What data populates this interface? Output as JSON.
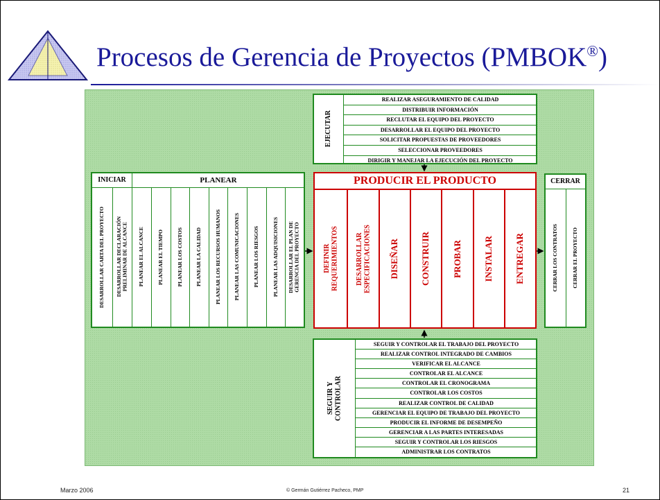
{
  "title": "Procesos de Gerencia de Proyectos (PMBOK",
  "title_reg": "®",
  "title_close": ")",
  "ejecutar": {
    "label": "EJECUTAR",
    "items": [
      "REALIZAR ASEGURAMIENTO DE CALIDAD",
      "DISTRIBUIR INFORMACIÓN",
      "RECLUTAR EL EQUIPO DEL PROYECTO",
      "DESARROLLAR EL EQUIPO DEL PROYECTO",
      "SOLICITAR PROPUESTAS DE PROVEEDORES",
      "SELECCIONAR PROVEEDORES",
      "DIRIGIR Y MANEJAR LA EJECUCIÓN DEL PROYECTO"
    ]
  },
  "iniciar": {
    "label": "INICIAR",
    "items": [
      "DESARROLLAR CARTA DEL PROYECTO",
      "DESARROLLAR DECLARACIÓN\nPRELIMINAR DE ALCANCE"
    ]
  },
  "planear": {
    "label": "PLANEAR",
    "items": [
      "PLANEAR EL ALCANCE",
      "PLANEAR EL TIEMPO",
      "PLANEAR LOS COSTOS",
      "PLANEAR LA CALIDAD",
      "PLANEAR LOS RECURSOS HUMANOS",
      "PLANEAR LAS COMUNICACIONES",
      "PLANEAR LOS RIESGOS",
      "PLANEAR LAS ADQUISICIONES",
      "DESARROLLAR EL PLAN DE\nGERENCIA DEL PROYECTO"
    ]
  },
  "producir": {
    "label": "PRODUCIR EL PRODUCTO",
    "items": [
      "DEFINIR\nREQUERIMIENTOS",
      "DESARROLLAR\nESPECIFICACIONES",
      "DISEÑAR",
      "CONSTRUIR",
      "PROBAR",
      "INSTALAR",
      "ENTREGAR"
    ]
  },
  "cerrar": {
    "label": "CERRAR",
    "items": [
      "CERRAR LOS CONTRATOS",
      "CERRAR EL PROYECTO"
    ]
  },
  "controlar": {
    "label": "SEGUIR Y\nCONTROLAR",
    "items": [
      "SEGUIR Y CONTROLAR EL TRABAJO DEL PROYECTO",
      "REALIZAR CONTROL INTEGRADO DE CAMBIOS",
      "VERIFICAR EL ALCANCE",
      "CONTROLAR EL ALCANCE",
      "CONTROLAR EL CRONOGRAMA",
      "CONTROLAR LOS COSTOS",
      "REALIZAR CONTROL DE CALIDAD",
      "GERENCIAR EL EQUIPO DE TRABAJO DEL PROYECTO",
      "PRODUCIR EL INFORME DE DESEMPEÑO",
      "GERENCIAR A LAS PARTES INTERESADAS",
      "SEGUIR Y CONTROLAR LOS RIESGOS",
      "ADMINISTRAR LOS CONTRATOS"
    ]
  },
  "footer": {
    "date": "Marzo 2006",
    "author": "© Germán Gutiérrez Pacheco, PMP",
    "page": "21"
  },
  "colors": {
    "title": "#1a1a99",
    "green_border": "#1f8a1f",
    "red_border": "#cc0000",
    "background": "#aedba5"
  }
}
